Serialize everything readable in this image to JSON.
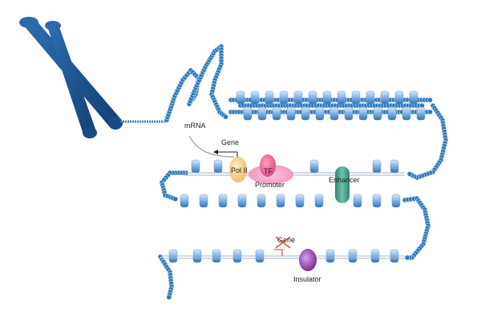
{
  "labels": {
    "mrna": "mRNA",
    "gene_active": "Gene",
    "pol2": "Pol II",
    "tf": "TF",
    "promoter": "Promoter",
    "enhancer": "Enhancer",
    "gene_silenced": "Gene",
    "insulator": "Insulator"
  },
  "colors": {
    "chromosome": "#1c5a9a",
    "chromatin_dark": "#2f78b8",
    "chromatin_light": "#a9cbef",
    "pol2": "#f3cf88",
    "tf": "#f06a9a",
    "promoter": "#f5a6c8",
    "enhancer": "#4fa391",
    "insulator": "#9c4fb3",
    "block": "#c8392b"
  },
  "icons": {
    "chromosome": "chromosome-icon",
    "tss_arrow": "transcription-start-arrow-icon",
    "block_mark": "x-mark-icon"
  }
}
